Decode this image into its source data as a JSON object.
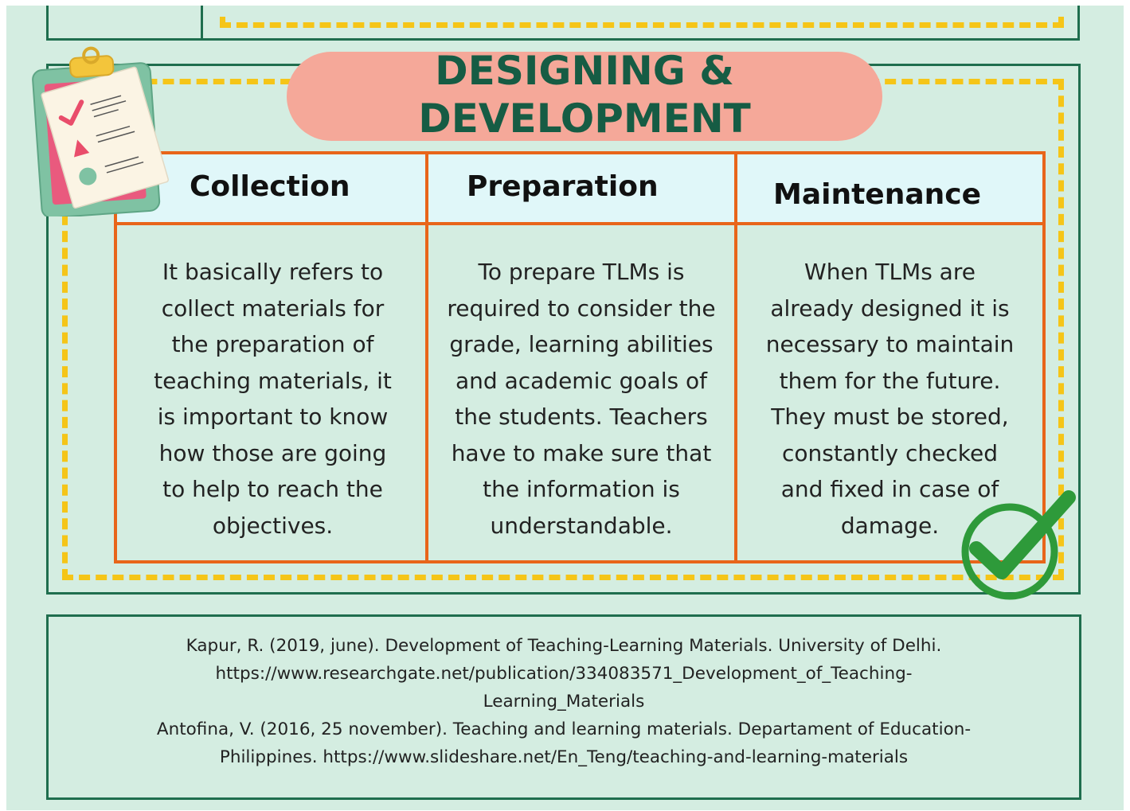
{
  "title": {
    "line1": "DESIGNING &",
    "line2": "DEVELOPMENT"
  },
  "columns": [
    {
      "heading": "Collection",
      "body": [
        "It basically refers to",
        "collect materials for",
        "the preparation of",
        "teaching materials, it",
        "is important to know",
        "how those are going",
        "to help to reach the",
        "objectives."
      ]
    },
    {
      "heading": "Preparation",
      "body": [
        "To prepare TLMs is",
        "required to consider the",
        "grade, learning abilities",
        "and academic goals of",
        "the students. Teachers",
        "have to make sure that",
        "the information is",
        "understandable."
      ]
    },
    {
      "heading": "Maintenance",
      "body": [
        "When TLMs are",
        "already designed it is",
        "necessary to maintain",
        "them for the future.",
        "They must be stored,",
        "constantly checked",
        "and fixed in case of",
        "damage."
      ]
    }
  ],
  "references": [
    "Kapur, R. (2019, june). Development of Teaching-Learning Materials. University of Delhi.",
    "https://www.researchgate.net/publication/334083571_Development_of_Teaching-",
    "Learning_Materials",
    "Antofina, V. (2016, 25 november). Teaching and learning materials. Departament of Education-",
    "Philippines. https://www.slideshare.net/En_Teng/teaching-and-learning-materials"
  ],
  "colors": {
    "background": "#d4ede1",
    "frame": "#1f6e4e",
    "dash": "#f5c518",
    "table_border": "#e8651a",
    "header_fill": "#e0f7f9",
    "title_pill": "#f5a899",
    "title_text": "#165c44",
    "check": "#2e9a3a"
  },
  "icons": [
    "clipboard-icon",
    "checkmark-icon"
  ]
}
